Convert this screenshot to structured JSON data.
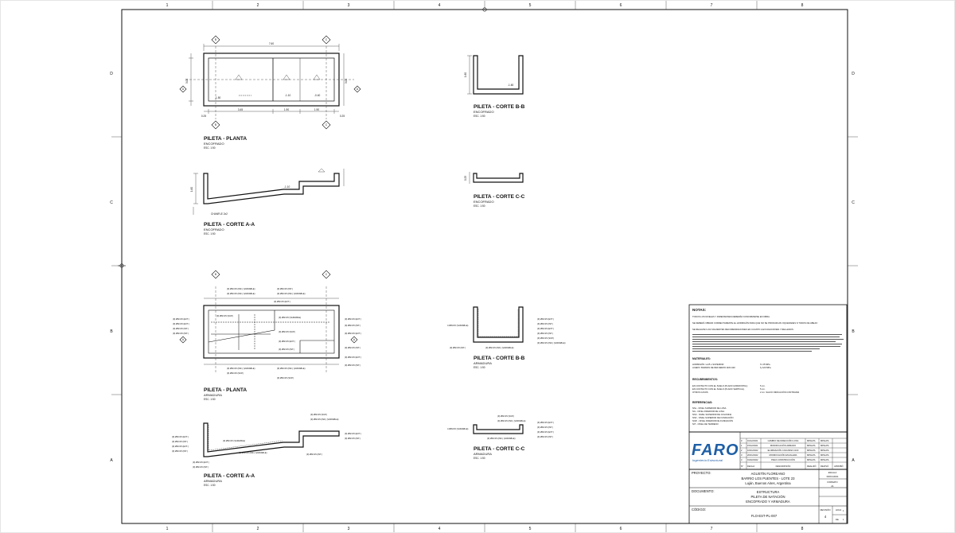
{
  "grid": {
    "cols": [
      "1",
      "2",
      "3",
      "4",
      "5",
      "6",
      "7",
      "8"
    ],
    "rows": [
      "D",
      "C",
      "B",
      "A"
    ]
  },
  "views": {
    "plan1": {
      "title": "PILETA - PLANTA",
      "sub": "ENCOFRADO",
      "scale": "ESC. 1:50"
    },
    "cutAA1": {
      "title": "PILETA - CORTE A-A",
      "sub": "ENCOFRADO",
      "scale": "ESC. 1:50"
    },
    "cutBB1": {
      "title": "PILETA - CORTE B-B",
      "sub": "ENCOFRADO",
      "scale": "ESC. 1:50"
    },
    "cutCC1": {
      "title": "PILETA - CORTE C-C",
      "sub": "ENCOFRADO",
      "scale": "ESC. 1:50"
    },
    "plan2": {
      "title": "PILETA - PLANTA",
      "sub": "ARMADURA",
      "scale": "ESC. 1:50"
    },
    "cutAA2": {
      "title": "PILETA - CORTE A-A",
      "sub": "ARMADURA",
      "scale": "ESC. 1:50"
    },
    "cutBB2": {
      "title": "PILETA - CORTE B-B",
      "sub": "ARMADURA",
      "scale": "ESC. 1:50"
    },
    "cutCC2": {
      "title": "PILETA - CORTE C-C",
      "sub": "ARMADURA",
      "scale": "ESC. 1:50"
    }
  },
  "plan_dims": {
    "total": "7.60",
    "left": "0.25",
    "a": "3.45",
    "b": "1.90",
    "c": "1.90",
    "right": "0.25",
    "h1": "0.25",
    "h2": "3.00",
    "h3": "0.25",
    "lvl1": "-1.50",
    "lvl2": "-1.10",
    "lvl3": "-0.40"
  },
  "cut_dims": {
    "aa_h": "1.60",
    "aa_lvl": "-1.10",
    "chamfer": "CHANFLE 2x2",
    "bb_h": "1.60",
    "bb_lvl": "-1.60",
    "cc_h": "0.25"
  },
  "section_marks": {
    "a": "A",
    "b": "B",
    "c": "C"
  },
  "rebar": {
    "r1": "(9) Ø8c/15 (INF.) (VARIABLE)",
    "r2": "(9) Ø8c/15 (SUP.)",
    "r3": "(9) Ø8c/15 (EXT.)",
    "r4": "(9) Ø8c/15 (INT.)",
    "r5": "(9) Ø8c/15 (VARIABLE)",
    "r6": "4 Ø8c/15 (VARIABLE)"
  },
  "notes": {
    "heading": "NOTAS:",
    "lines": [
      "TODOS LOS NIVELES Y DIMENSIONES DEBERÁN CONFIRMARSE EN OBRA.",
      "SE DEBERÁ VIBRAR CORRECTAMENTE EL HORMIGÓN PARA QUE NO SE PRODUZCAN OQUEDADES N \"NIDOS DE ABEJA\".",
      "SE REALIZAN LAS SIGUIENTES RECOMENDACIONES EN CUANTO A EXCAVACIONES Y RELLENOS:"
    ],
    "materials_heading": "MATERIALES:",
    "materials": [
      "HORMIGÓN: H-25 o SUPERIOR",
      "ACERO: BARRAS DE REFUERZO ADN-420"
    ],
    "materials_vals": [
      "f'c 25 MPa",
      "fy 420 MPa"
    ],
    "cover_heading": "RECUBRIMIENTOS:",
    "cover": [
      "EN CONTACTO CON EL SUELO (PLANO HORIZONTAL)",
      "EN CONTACTO CON EL SUELO (PLANO VERTICAL)",
      "OTROS CASOS"
    ],
    "cover_vals": [
      "5 cm.",
      "5 cm.",
      "2 cm. SALVO INDICACIÓN CONTRARIA"
    ],
    "ref_heading": "REFERENCIAS:",
    "refs": [
      "NSL - NIVEL SUPERIOR DE LOSA",
      "NIL - NIVEL INFERIOR DE LOSA",
      "NSC - NIVEL SUPERIOR DE COLUMNA",
      "NSF - NIVEL SUPERIOR DE FUNDACIÓN",
      "NIVF - NIVEL INFERIOR DE FUNDACIÓN",
      "NIT - NIVEL DE TERRENO"
    ]
  },
  "revisions": [
    {
      "n": "0",
      "date": "01/12/2021",
      "desc": "CAMBIO DE DIRECCIÓN LOSA",
      "by": "MPALPA",
      "chk": "MPALPA"
    },
    {
      "n": "1",
      "date": "15/12/2021",
      "desc": "MODIFICACIÓN ARMADO",
      "by": "MPALPA",
      "chk": "MPALPA"
    },
    {
      "n": "2",
      "date": "10/01/2022",
      "desc": "ELIMINACIÓN COLUMNA C103",
      "by": "MPALPA",
      "chk": "MPALPA"
    },
    {
      "n": "3",
      "date": "20/01/2022",
      "desc": "MODIFICACIÓN ESCALERA",
      "by": "MPALPA",
      "chk": "MPALPA"
    },
    {
      "n": "4",
      "date": "01/02/2022",
      "desc": "PARA CONSTRUCCIÓN",
      "by": "MPALPA",
      "chk": "MPALPA"
    }
  ],
  "rev_headers": {
    "n": "N°",
    "date": "FECHA",
    "desc": "DESCRIPCIÓN",
    "by": "REALIZÓ",
    "chk": "REVISÓ",
    "app": "APROBÓ"
  },
  "logo": {
    "name": "FARO",
    "tagline": "Ingeniería Estructural"
  },
  "titleblock": {
    "proyecto_label": "PROYECTO:",
    "proyecto": [
      "AGUSTÍN FLOREANO",
      "BARRIO LOS PUENTES - LOTE 23",
      "Luján, Buenos Aires, Argentina"
    ],
    "escala_label": "ESCALA",
    "escala": "INDICADAS",
    "formato_label": "FORMATO",
    "formato": "A1",
    "documento_label": "DOCUMENTO:",
    "documento": [
      "ESTRUCTURA",
      "PILETA DE NATACIÓN",
      "ENCOFRADO Y ARMADURA"
    ],
    "codigo_label": "CÓDIGO:",
    "codigo": "FLO-EST-PL-007",
    "revision_label": "REVISIÓN",
    "revision": "4",
    "hoja_label": "HOJA",
    "hoja": "1",
    "de": "DE",
    "total": "1"
  },
  "colors": {
    "logo": "#1f5fa6",
    "ink": "#111111",
    "paper": "#ffffff"
  }
}
